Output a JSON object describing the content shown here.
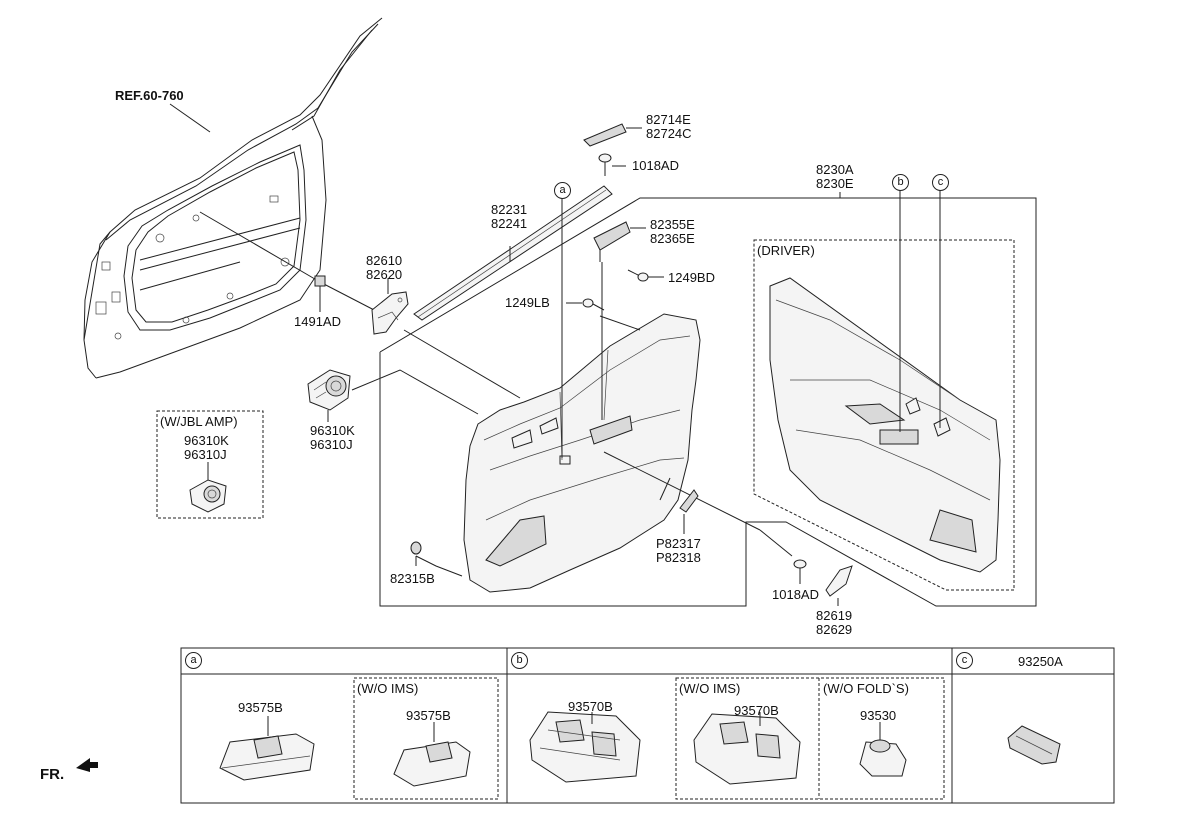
{
  "ref_label": "REF.60-760",
  "front_label": "FR.",
  "parts": {
    "p82714": [
      "82714E",
      "82724C"
    ],
    "p1018top": "1018AD",
    "p8230": [
      "8230A",
      "8230E"
    ],
    "p82231": [
      "82231",
      "82241"
    ],
    "p82355": [
      "82355E",
      "82365E"
    ],
    "p1249bd": "1249BD",
    "p82610": [
      "82610",
      "82620"
    ],
    "p1491": "1491AD",
    "p1249lb": "1249LB",
    "p96310": [
      "96310K",
      "96310J"
    ],
    "jbl_title": "(W/JBL AMP)",
    "p96310jbl": [
      "96310K",
      "96310J"
    ],
    "driver": "(DRIVER)",
    "p82315": "82315B",
    "p82317": [
      "P82317",
      "P82318"
    ],
    "p1018bot": "1018AD",
    "p82619": [
      "82619",
      "82629"
    ]
  },
  "callouts": {
    "a": "a",
    "b": "b",
    "c": "c"
  },
  "table": {
    "a": {
      "key": "a",
      "part1": "93575B",
      "sub_title": "(W/O IMS)",
      "part2": "93575B"
    },
    "b": {
      "key": "b",
      "part1": "93570B",
      "sub1_title": "(W/O IMS)",
      "part2": "93570B",
      "sub2_title": "(W/O FOLD`S)",
      "part3": "93530"
    },
    "c": {
      "key": "c",
      "part1": "93250A"
    }
  }
}
